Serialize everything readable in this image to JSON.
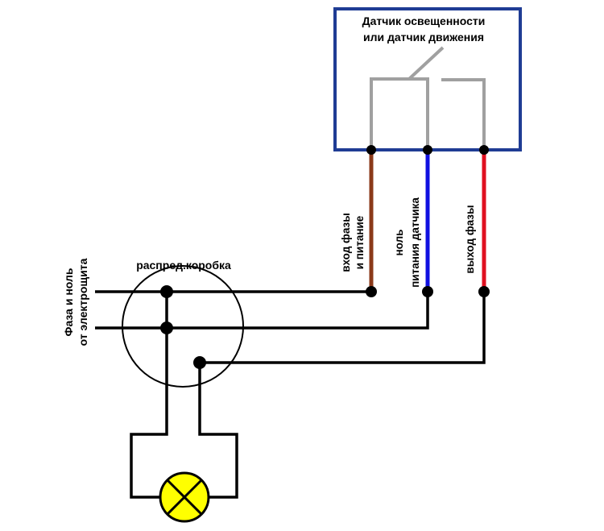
{
  "sensor": {
    "title_line1": "Датчик освещенности",
    "title_line2": "или датчик движения"
  },
  "junction_box": {
    "label": "распред.коробка"
  },
  "supply": {
    "line1": "Фаза и ноль",
    "line2": "от электрощита"
  },
  "wires": {
    "phase_in": {
      "line1": "вход фазы",
      "line2": "и питание",
      "color": "#8B3A1A"
    },
    "neutral": {
      "line1": "ноль",
      "line2": "питания датчика",
      "color": "#1010E0"
    },
    "phase_out": {
      "line1": "выход фазы",
      "color": "#E01020"
    }
  },
  "colors": {
    "sensor_frame": "#1F3C94",
    "internal_contacts": "#A0A0A0",
    "lamp_fill": "#FFFF00",
    "wire": "#000000"
  }
}
